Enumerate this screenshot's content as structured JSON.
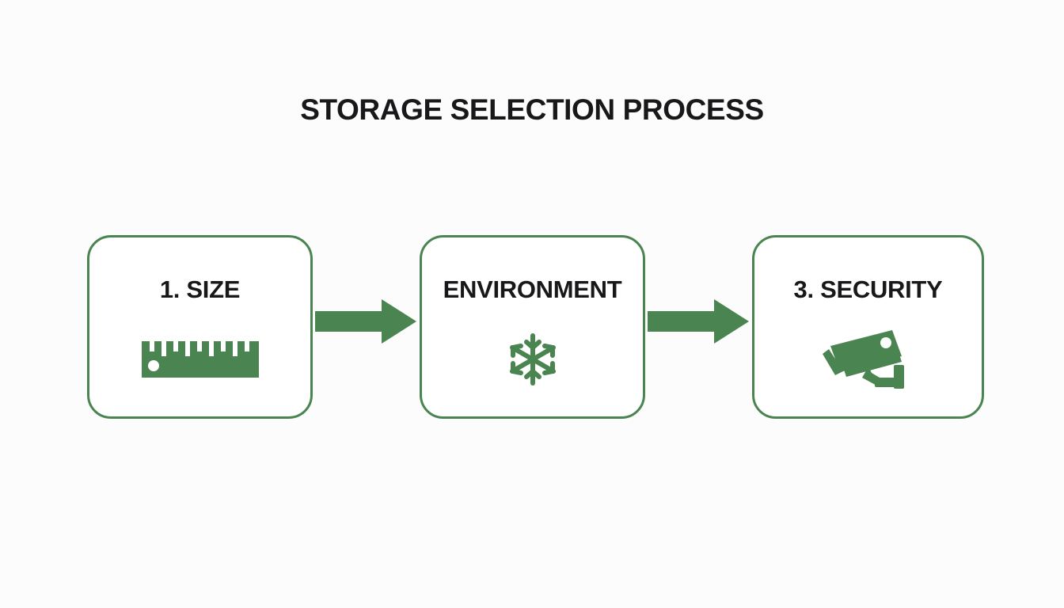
{
  "title": "STORAGE SELECTION PROCESS",
  "theme": {
    "background": "#fcfcfc",
    "accent_green": "#4a8450",
    "card_fill": "#ffffff",
    "text_color": "#18181a"
  },
  "steps": [
    {
      "label": "1. SIZE",
      "icon": "ruler-icon",
      "icon_color": "#4a8450"
    },
    {
      "label": "ENVIRONMENT",
      "icon": "snowflake-icon",
      "icon_color": "#4a8450"
    },
    {
      "label": "3. SECURITY",
      "icon": "security-camera-icon",
      "icon_color": "#4a8450"
    }
  ],
  "connectors": [
    {
      "icon": "arrow-right-icon",
      "color": "#4a8450"
    },
    {
      "icon": "arrow-right-icon",
      "color": "#4a8450"
    }
  ]
}
